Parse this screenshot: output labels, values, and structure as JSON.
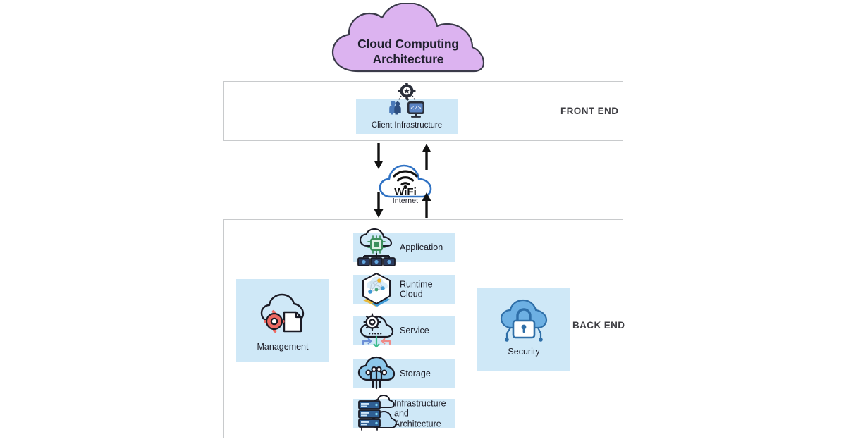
{
  "page": {
    "background": "#ffffff",
    "tint": "#cfe8f7",
    "cloud_fill": "#dcb3f0",
    "cloud_stroke": "#3b3b4a",
    "frame_stroke": "#c8cacc",
    "accent_blue": "#2f72c4",
    "accent_red": "#ee6a63"
  },
  "title": {
    "line1": "Cloud Computing",
    "line2": "Architecture",
    "icon": "cloud-shape"
  },
  "frontend": {
    "label": "FRONT END",
    "items": [
      {
        "label": "Client Infrastructure",
        "icon": "client-infrastructure-icon"
      }
    ]
  },
  "internet": {
    "wifi_text": "WiFi",
    "caption": "Internet",
    "icon": "wifi-cloud-icon",
    "arrows": [
      {
        "name": "arrow-down-top",
        "direction": "down"
      },
      {
        "name": "arrow-up-top",
        "direction": "up"
      },
      {
        "name": "arrow-down-bottom",
        "direction": "down"
      },
      {
        "name": "arrow-up-bottom",
        "direction": "up"
      }
    ]
  },
  "backend": {
    "label": "BACK END",
    "management": {
      "label": "Management",
      "icon": "cloud-document-gear-icon"
    },
    "security": {
      "label": "Security",
      "icon": "cloud-lock-icon"
    },
    "services": [
      {
        "label": "Application",
        "icon": "cloud-chip-devices-icon"
      },
      {
        "label": "Runtime Cloud",
        "icon": "cube-network-icon"
      },
      {
        "label": "Service",
        "icon": "cloud-gear-arrows-icon"
      },
      {
        "label": "Storage",
        "icon": "cloud-circuit-icon"
      },
      {
        "label_line1": "Infrastructure",
        "label_line2": "and Architecture",
        "icon": "server-rack-cloud-icon"
      }
    ]
  }
}
